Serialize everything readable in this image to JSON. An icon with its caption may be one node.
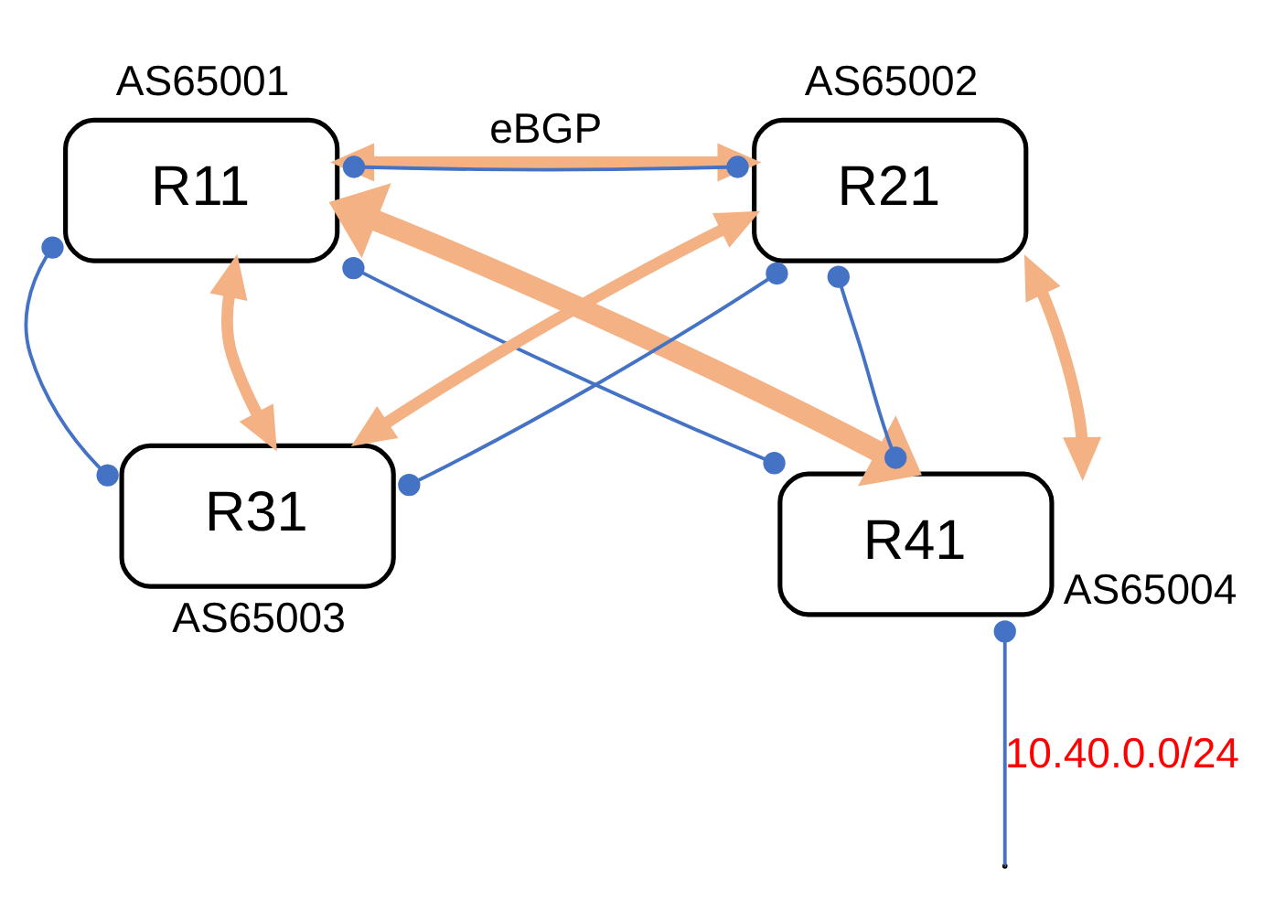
{
  "diagram": {
    "nodes": [
      {
        "text": [
          "R11"
        ],
        "beside": [
          "AS65001"
        ]
      },
      {
        "text": [
          "R21"
        ],
        "beside": [
          "AS65002"
        ]
      },
      {
        "text": [
          "R31"
        ],
        "beside": [
          "AS65003"
        ]
      },
      {
        "text": [
          "R41"
        ],
        "beside": [
          "AS65004"
        ]
      }
    ],
    "edges": [
      {
        "from": 0,
        "to": 1,
        "arrow": "both",
        "label": "eBGP",
        "style": "thick",
        "color": "#f4b183"
      },
      {
        "from": 0,
        "to": 1,
        "arrow": "other",
        "color": "#4472c4"
      },
      {
        "from": 0,
        "to": 2,
        "arrow": "other",
        "color": "#4472c4"
      },
      {
        "from": 0,
        "to": 3,
        "arrow": "other",
        "color": "#4472c4"
      },
      {
        "from": 0,
        "to": 2,
        "arrow": "both",
        "style": "thick",
        "color": "#f4b183"
      },
      {
        "from": 0,
        "to": 3,
        "arrow": "both",
        "style": "thick",
        "color": "#f4b183"
      },
      {
        "from": 1,
        "to": 2,
        "arrow": "both",
        "style": "thick",
        "color": "#f4b183"
      },
      {
        "from": 1,
        "to": 2,
        "arrow": "other",
        "color": "#4472c4"
      },
      {
        "from": 1,
        "to": 3,
        "arrow": "other",
        "color": "#4472c4"
      },
      {
        "from": 1,
        "to": 3,
        "arrow": "both",
        "style": "thick",
        "color": "#f4b183"
      },
      {
        "from": 3,
        "to": null,
        "arrow": "other",
        "label": "10.40.0.0/24",
        "color": "#4472c4"
      }
    ]
  }
}
